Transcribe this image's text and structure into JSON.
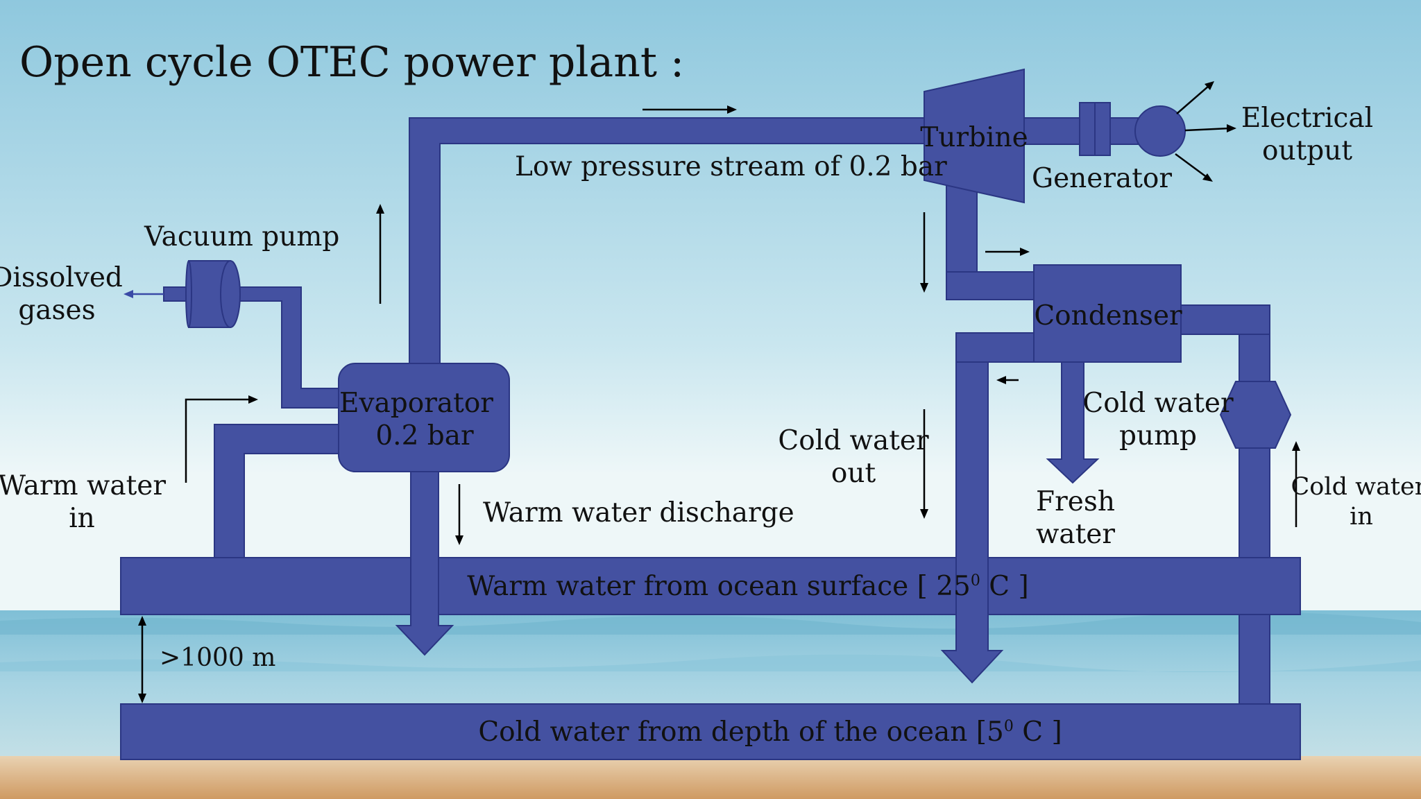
{
  "title": "Open cycle OTEC power plant :",
  "labels": {
    "low_pressure": "Low pressure stream of 0.2 bar",
    "vacuum_pump": "Vacuum pump",
    "dissolved_line1": "Dissolved",
    "dissolved_line2": "gases",
    "warm_in_line1": "Warm water",
    "warm_in_line2": "in",
    "evaporator_line1": "Evaporator",
    "evaporator_line2": "0.2 bar",
    "warm_discharge": "Warm water discharge",
    "turbine": "Turbine",
    "generator": "Generator",
    "electrical_line1": "Electrical",
    "electrical_line2": "output",
    "condenser": "Condenser",
    "cold_out_line1": "Cold water",
    "cold_out_line2": "out",
    "cold_pump_line1": "Cold water",
    "cold_pump_line2": "pump",
    "fresh_line1": "Fresh",
    "fresh_line2": "water",
    "cold_in_line1": "Cold water",
    "cold_in_line2": "in",
    "depth": ">1000 m"
  },
  "bars": {
    "warm_main": "Warm water from ocean surface [ 25",
    "warm_sup": "0",
    "warm_tail": " C ]",
    "cold_main": "Cold water from depth of the ocean [5",
    "cold_sup": "0",
    "cold_tail": " C ]"
  },
  "colors": {
    "component": "#4451a1",
    "sky_top": "#93cbe0",
    "sky_bottom": "#e6f3f6",
    "sea": "#86c3d8",
    "sand": "#d3a676"
  }
}
